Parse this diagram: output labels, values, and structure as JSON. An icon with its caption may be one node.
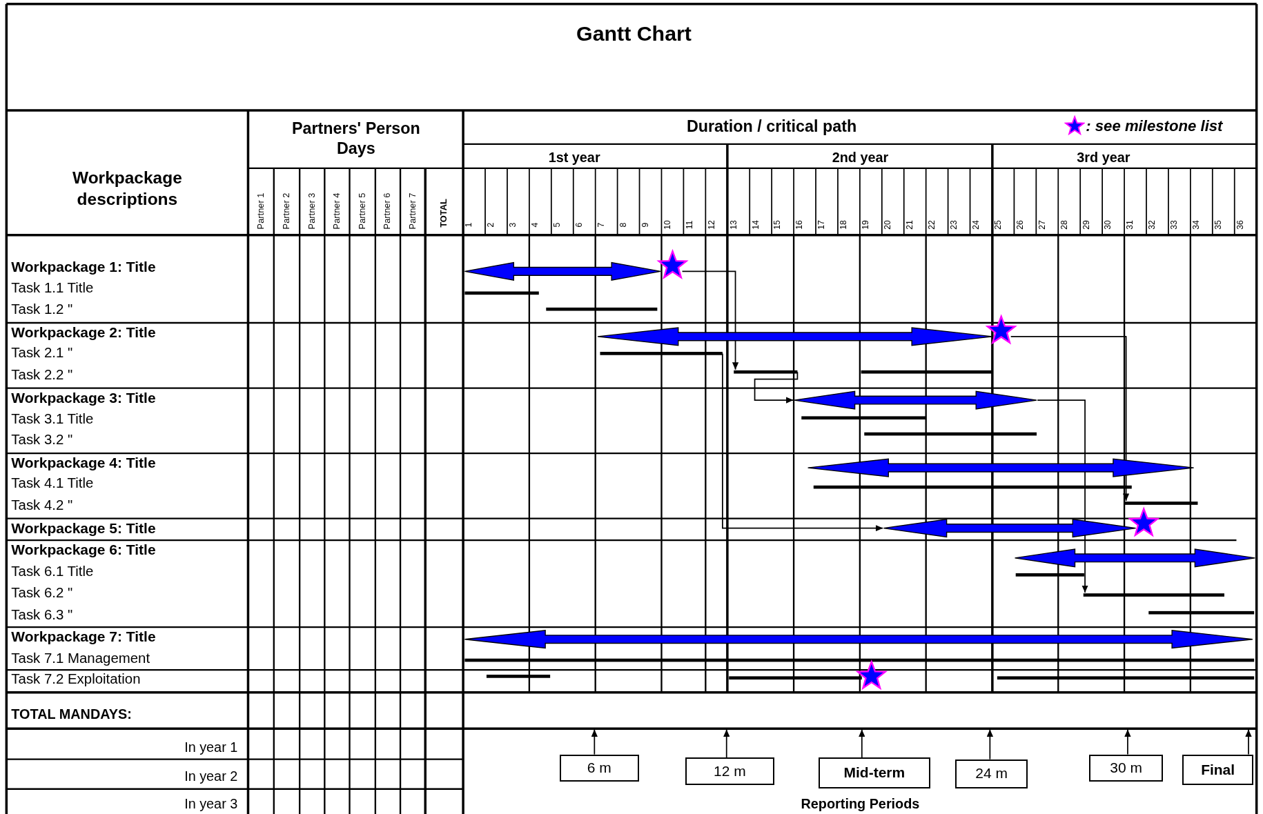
{
  "diagram": {
    "title": "Gantt Chart",
    "nodes": [
      {
        "text": [],
        "shape": "arrow"
      },
      {
        "text": [],
        "shape": "star"
      },
      {
        "text": [],
        "shape": "bar"
      },
      {
        "text": [],
        "shape": "bar"
      },
      {
        "text": [],
        "shape": "arrow"
      },
      {
        "text": [],
        "shape": "star"
      },
      {
        "text": [],
        "shape": "bar"
      },
      {
        "text": [],
        "shape": "bar"
      },
      {
        "text": [],
        "shape": "bar"
      },
      {
        "text": [],
        "shape": "arrow"
      },
      {
        "text": [],
        "shape": "bar"
      },
      {
        "text": [],
        "shape": "bar"
      },
      {
        "text": [],
        "shape": "arrow"
      },
      {
        "text": [],
        "shape": "bar"
      },
      {
        "text": [],
        "shape": "bar"
      },
      {
        "text": [],
        "shape": "arrow"
      },
      {
        "text": [],
        "shape": "star"
      },
      {
        "text": [],
        "shape": "arrow"
      },
      {
        "text": [],
        "shape": "bar"
      },
      {
        "text": [],
        "shape": "bar"
      },
      {
        "text": [],
        "shape": "bar"
      },
      {
        "text": [],
        "shape": "arrow"
      },
      {
        "text": [],
        "shape": "bar"
      },
      {
        "text": [],
        "shape": "bar"
      },
      {
        "text": [],
        "shape": "bar"
      },
      {
        "text": [],
        "shape": "star"
      },
      {
        "text": [],
        "shape": "bar"
      },
      {
        "text": [
          "6 m"
        ]
      },
      {
        "text": [
          "12 m"
        ]
      },
      {
        "text": [
          "Mid-term"
        ]
      },
      {
        "text": [
          "24 m"
        ]
      },
      {
        "text": [
          "30 m"
        ]
      },
      {
        "text": [
          "Final"
        ]
      }
    ],
    "edges": [
      {
        "from": 1,
        "to": 7,
        "arrow": "to"
      },
      {
        "from": 7,
        "to": 9,
        "arrow": "to"
      },
      {
        "from": 5,
        "to": 14,
        "arrow": "to"
      },
      {
        "from": 6,
        "to": 15,
        "arrow": "to"
      },
      {
        "from": 9,
        "to": 19,
        "arrow": "to"
      },
      {
        "from": 27,
        "to": null,
        "arrow": "to"
      },
      {
        "from": 28,
        "to": null,
        "arrow": "to"
      },
      {
        "from": 29,
        "to": null,
        "arrow": "to"
      },
      {
        "from": 30,
        "to": null,
        "arrow": "to"
      },
      {
        "from": 31,
        "to": null,
        "arrow": "to"
      },
      {
        "from": 32,
        "to": null,
        "arrow": "to"
      }
    ],
    "labels": [
      "Workpackage descriptions",
      "Partners' Person Days",
      "Duration / critical path",
      "1st year",
      "2nd year",
      "3rd year",
      "Partner 1",
      "Partner 2",
      "Partner 3",
      "Partner 4",
      "Partner 5",
      "Partner 6",
      "Partner 7",
      "TOTAL",
      "1",
      "2",
      "3",
      "4",
      "5",
      "6",
      "7",
      "8",
      "9",
      "10",
      "11",
      "12",
      "13",
      "14",
      "15",
      "16",
      "17",
      "18",
      "19",
      "20",
      "21",
      "22",
      "23",
      "24",
      "25",
      "26",
      "27",
      "28",
      "29",
      "30",
      "31",
      "32",
      "33",
      "34",
      "35",
      "36",
      "Workpackage 1: Title",
      "Task 1.1 Title",
      "Task 1.2 \"",
      "Workpackage 2: Title",
      "Task 2.1 \"",
      "Task 2.2 \"",
      "Workpackage 3: Title",
      "Task 3.1 Title",
      "Task 3.2 \"",
      "Workpackage 4: Title",
      "Task 4.1 Title",
      "Task 4.2 \"",
      "Workpackage 5: Title",
      "Workpackage 6: Title",
      "Task 6.1 Title",
      "Task 6.2 \"",
      "Task 6.3 \"",
      "Workpackage 7: Title",
      "Task 7.1 Management",
      "Task 7.2 Exploitation",
      "TOTAL MANDAYS:",
      "In year 1",
      "In year 2",
      "In year 3",
      "Reporting Periods"
    ],
    "legend": [
      {
        "text": ": see milestone list"
      }
    ]
  }
}
